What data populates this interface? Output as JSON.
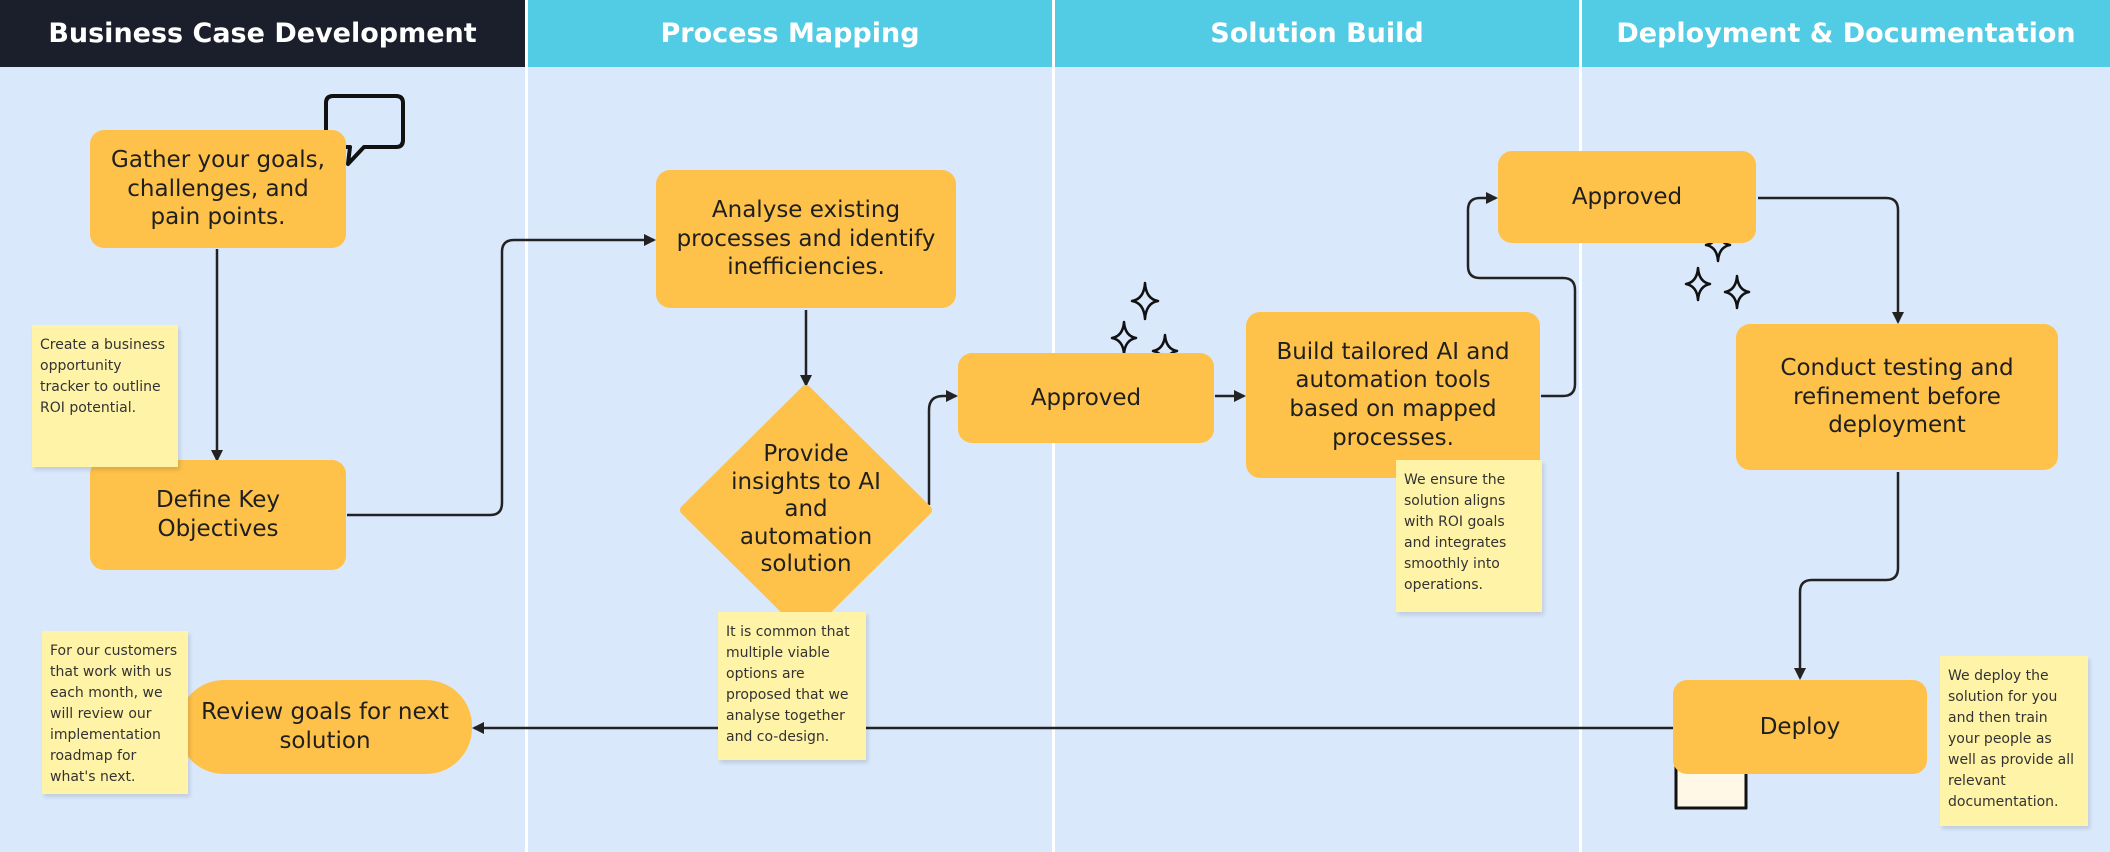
{
  "lanes": [
    {
      "title": "Business Case Development",
      "color": "#1b1e2b"
    },
    {
      "title": "Process Mapping",
      "color": "#52cbe5"
    },
    {
      "title": "Solution Build",
      "color": "#52cbe5"
    },
    {
      "title": "Deployment & Documentation",
      "color": "#52cbe5"
    }
  ],
  "steps": {
    "gather": "Gather your goals, challenges, and pain points.",
    "define": "Define Key Objectives",
    "review": "Review goals for next solution",
    "analyse": "Analyse existing processes and identify inefficiencies.",
    "provide": "Provide insights to AI and automation solution",
    "approved_1": "Approved",
    "build": "Build tailored AI and automation tools based on mapped processes.",
    "approved_2": "Approved",
    "testing": "Conduct testing and refinement before deployment",
    "deploy": "Deploy"
  },
  "notes": {
    "tracker": "Create a business opportunity tracker to outline ROI potential.",
    "customers": "For our customers that work with us each month, we will review our implementation roadmap for what's next.",
    "options": "It is common that multiple viable options are proposed that we analyse together and co-design.",
    "align": "We ensure the solution aligns with ROI goals and integrates smoothly into operations.",
    "deploy_note": "We deploy the solution for you and then train your people as well as provide all relevant documentation."
  },
  "colors": {
    "lane_background": "#dae8fc",
    "step_fill": "#fec14a",
    "note_fill": "#fff3a8",
    "connector": "#222222",
    "folder_accent": "#52cbe5"
  }
}
